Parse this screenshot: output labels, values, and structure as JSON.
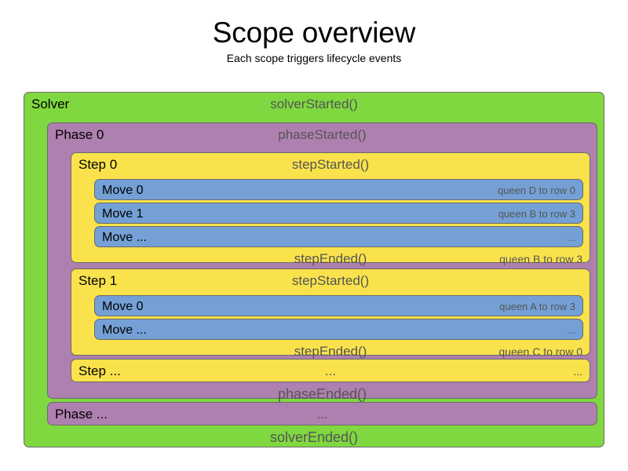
{
  "header": {
    "title": "Scope overview",
    "subtitle": "Each scope triggers lifecycle events"
  },
  "colors": {
    "solver": "#7FD83F",
    "phase": "#AE80AF",
    "step": "#F9E24B",
    "move": "#74A0D5",
    "event_text": "#555555",
    "label_text": "#000000",
    "border": "#6B6B6B",
    "background": "#FFFFFF"
  },
  "solver": {
    "label": "Solver",
    "started_event": "solverStarted()",
    "ended_event": "solverEnded()",
    "phases": [
      {
        "label": "Phase 0",
        "started_event": "phaseStarted()",
        "ended_event": "phaseEnded()",
        "steps": [
          {
            "label": "Step 0",
            "started_event": "stepStarted()",
            "ended_event": "stepEnded()",
            "ended_detail": "queen B to row 3",
            "moves": [
              {
                "label": "Move 0",
                "detail": "queen D to row 0"
              },
              {
                "label": "Move 1",
                "detail": "queen B to row 3"
              },
              {
                "label": "Move ...",
                "detail": "..."
              }
            ]
          },
          {
            "label": "Step 1",
            "started_event": "stepStarted()",
            "ended_event": "stepEnded()",
            "ended_detail": "queen C to row 0",
            "moves": [
              {
                "label": "Move 0",
                "detail": "queen A to row 3"
              },
              {
                "label": "Move ...",
                "detail": "..."
              }
            ]
          },
          {
            "label": "Step ...",
            "started_event": "...",
            "detail": "..."
          }
        ]
      },
      {
        "label": "Phase ...",
        "started_event": "..."
      }
    ]
  }
}
